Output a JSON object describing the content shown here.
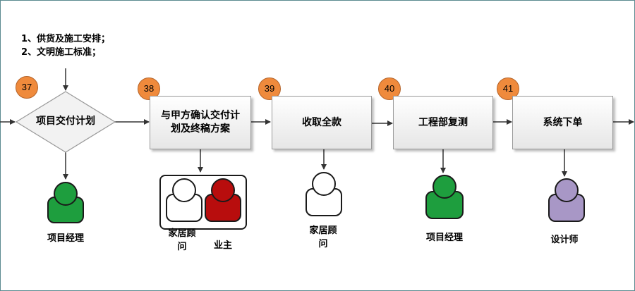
{
  "notes": [
    "1、供货及施工安排；",
    "2、文明施工标准；"
  ],
  "steps": [
    {
      "num": "37",
      "label": "项目交付计划"
    },
    {
      "num": "38",
      "label": "与甲方确认交付计划及终稿方案"
    },
    {
      "num": "39",
      "label": "收取全款"
    },
    {
      "num": "40",
      "label": "工程部复测"
    },
    {
      "num": "41",
      "label": "系统下单"
    }
  ],
  "roles": {
    "step37": "项目经理",
    "step38_a": "家居顾问",
    "step38_b": "业主",
    "step39": "家居顾问",
    "step40": "项目经理",
    "step41": "设计师"
  },
  "colors": {
    "badge": "#ef8a3c",
    "manager": "#1e9e3e",
    "advisor": "#ffffff",
    "owner": "#b80d0d",
    "designer": "#a897c6"
  }
}
